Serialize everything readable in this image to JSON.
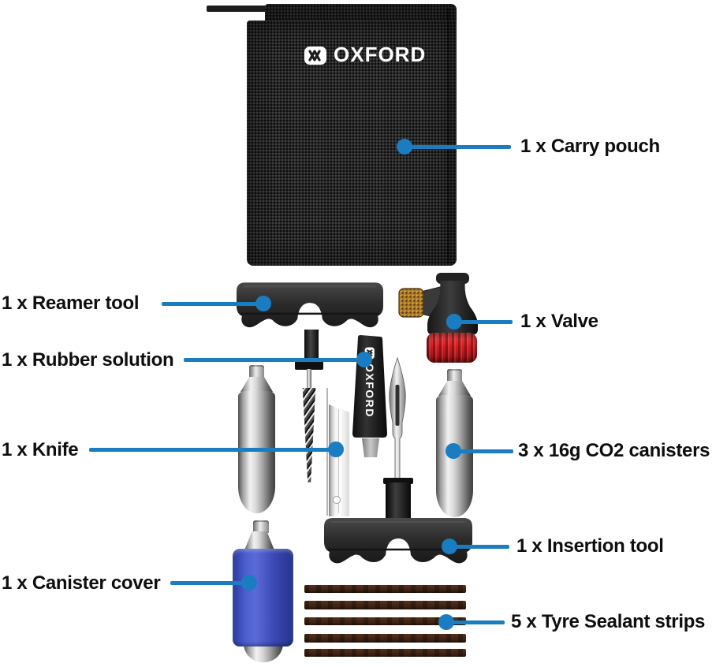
{
  "colors": {
    "background": "#ffffff",
    "accent": "#1a7cc1",
    "label_text": "#0e0e0e",
    "valve_red": "#cf1e24",
    "cover_blue": "#3b49b4",
    "strip_brown": "#3a2112"
  },
  "branding": {
    "pouch_logo_text": "OXFORD",
    "tube_logo_text": "OXFORD"
  },
  "callouts": {
    "carry_pouch": {
      "text": "1 x Carry pouch"
    },
    "reamer_tool": {
      "text": "1 x Reamer tool"
    },
    "valve": {
      "text": "1 x Valve"
    },
    "rubber_solution": {
      "text": "1 x Rubber solution"
    },
    "knife": {
      "text": "1 x Knife"
    },
    "co2_canisters": {
      "text": "3 x 16g CO2 canisters"
    },
    "insertion_tool": {
      "text": "1 x Insertion tool"
    },
    "canister_cover": {
      "text": "1 x Canister cover"
    },
    "sealant_strips": {
      "text": "5 x Tyre Sealant strips"
    }
  }
}
